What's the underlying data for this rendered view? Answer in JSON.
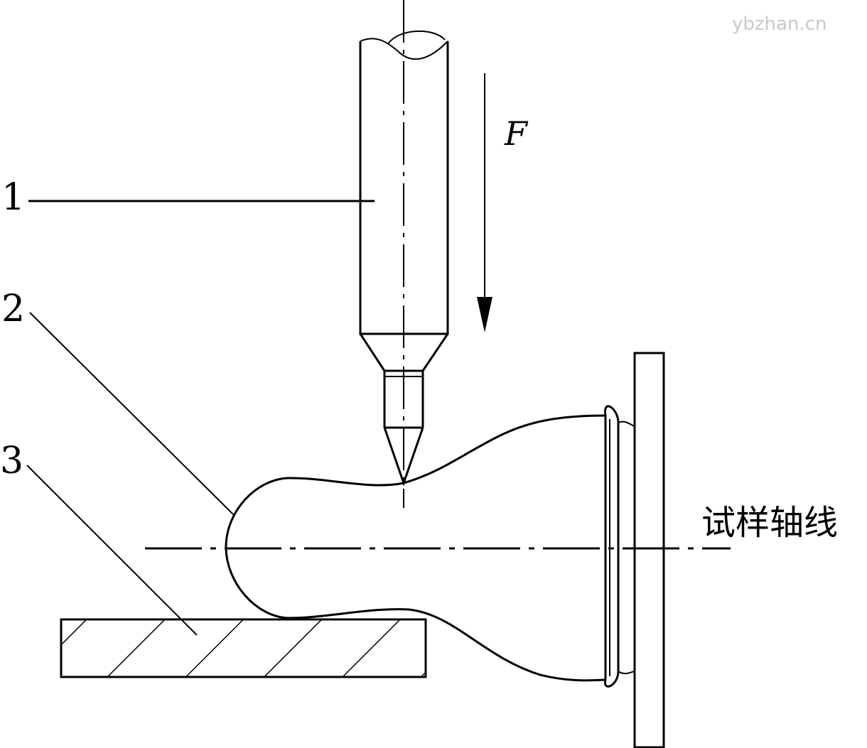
{
  "watermark": "ybzhan.cn",
  "labels": {
    "part1": "1",
    "part2": "2",
    "part3": "3",
    "force": "F",
    "axis": "试样轴线"
  },
  "colors": {
    "line": "#000000",
    "background": "#ffffff",
    "watermark": "#c8c8c8"
  }
}
